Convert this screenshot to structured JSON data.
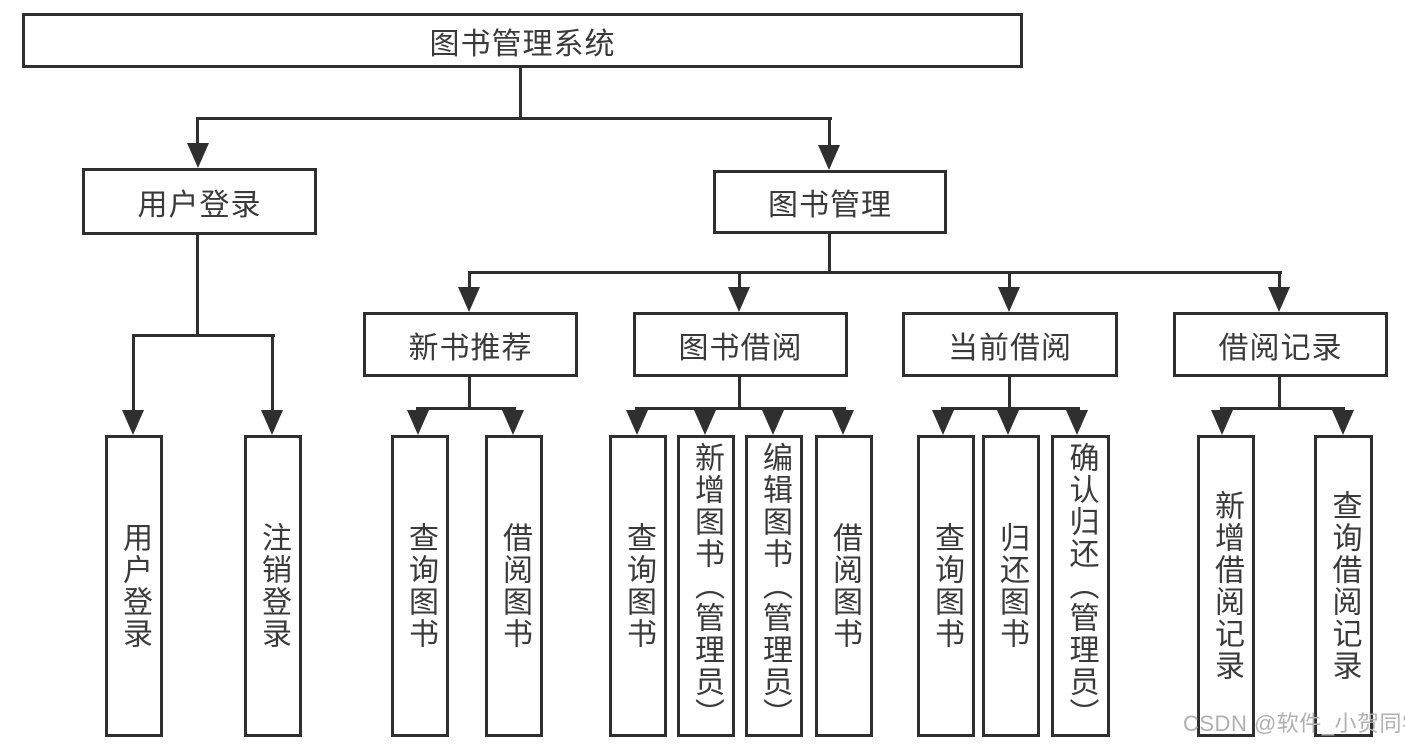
{
  "colors": {
    "line": "#2f2f2f",
    "text": "#3a3a3a",
    "box_background": "#ffffff",
    "watermark": "#b0b0b0"
  },
  "root": {
    "label": "图书管理系统"
  },
  "branches": {
    "user_login": {
      "label": "用户登录",
      "children": [
        {
          "label": "用户登录"
        },
        {
          "label": "注销登录"
        }
      ]
    },
    "book_mgmt": {
      "label": "图书管理",
      "children": [
        {
          "label": "新书推荐",
          "children": [
            {
              "label": "查询图书"
            },
            {
              "label": "借阅图书"
            }
          ]
        },
        {
          "label": "图书借阅",
          "children": [
            {
              "label": "查询图书"
            },
            {
              "label": "新增图书（管理员）"
            },
            {
              "label": "编辑图书（管理员）"
            },
            {
              "label": "借阅图书"
            }
          ]
        },
        {
          "label": "当前借阅",
          "children": [
            {
              "label": "查询图书"
            },
            {
              "label": "归还图书"
            },
            {
              "label": "确认归还（管理员）"
            }
          ]
        },
        {
          "label": "借阅记录",
          "children": [
            {
              "label": "新增借阅记录"
            },
            {
              "label": "查询借阅记录"
            }
          ]
        }
      ]
    }
  },
  "watermark": {
    "text": "CSDN @软件_小贺同学"
  }
}
